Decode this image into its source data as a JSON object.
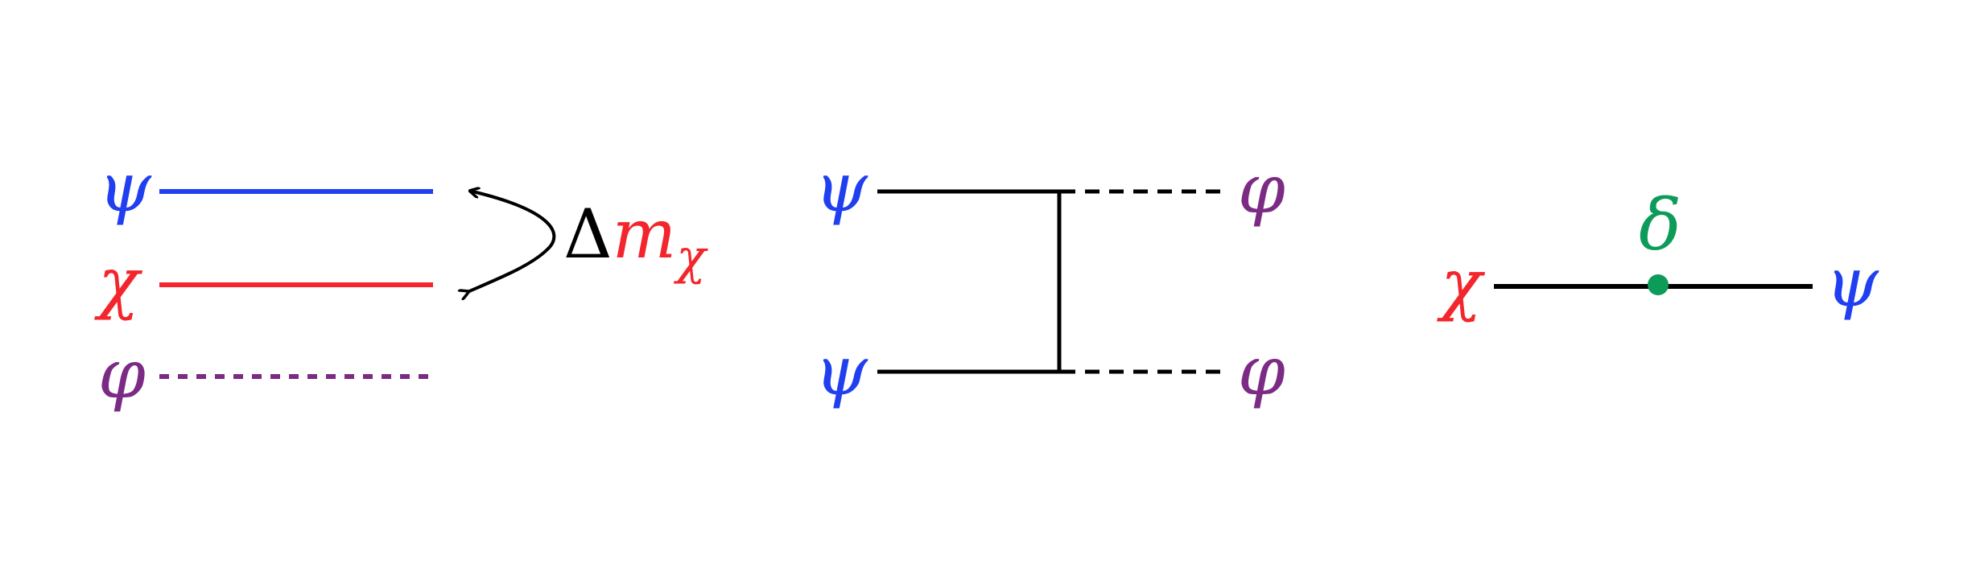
{
  "colors": {
    "psi": "#1f3ff0",
    "chi": "#f2262c",
    "phi": "#7b2b83",
    "delta": "#0d9b5a",
    "line": "#000000"
  },
  "panel_levels": {
    "psi_symbol": "ψ",
    "chi_symbol": "χ",
    "phi_symbol": "φ",
    "delta_symbol": "Δ",
    "m_symbol": "m",
    "chi_subscript": "χ"
  },
  "panel_box": {
    "psi_top_left": "ψ",
    "psi_bottom_left": "ψ",
    "phi_top_right": "φ",
    "phi_bottom_right": "φ"
  },
  "panel_mixing": {
    "chi_left": "χ",
    "psi_right": "ψ",
    "delta_label": "δ"
  }
}
